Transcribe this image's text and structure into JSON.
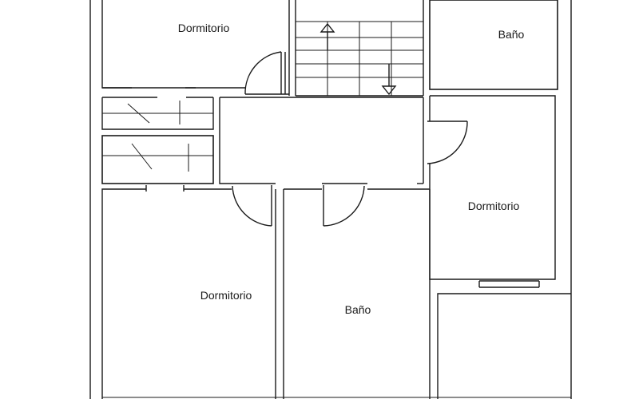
{
  "plan": {
    "rooms": [
      {
        "id": "dorm-top-left",
        "label": "Dormitorio"
      },
      {
        "id": "bath-top-right",
        "label": "Baño"
      },
      {
        "id": "dorm-right",
        "label": "Dormitorio"
      },
      {
        "id": "dorm-bottom-left",
        "label": "Dormitorio"
      },
      {
        "id": "bath-bottom-center",
        "label": "Baño"
      }
    ]
  },
  "colors": {
    "line": "#1a1a1a",
    "background": "#ffffff"
  }
}
